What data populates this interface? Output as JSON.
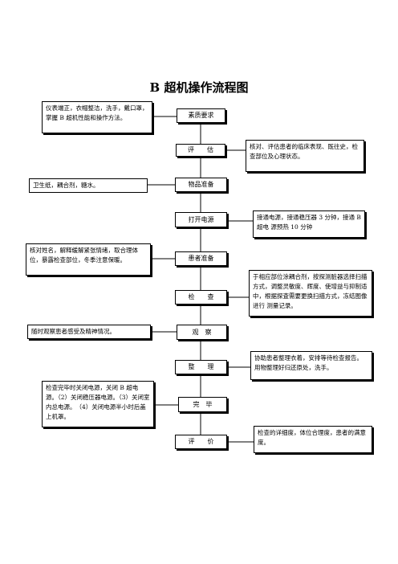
{
  "title": "B 超机操作流程图",
  "steps": [
    "素质要求",
    "评　　估",
    "物品准备",
    "打开电源",
    "患者准备",
    "检　　查",
    "观　察",
    "整　　理",
    "完　毕",
    "评　　价"
  ],
  "notes": {
    "quality": "仪表端正，衣帽整洁，洗手，戴口罩，掌握 B 超机性能和操作方法。",
    "assess": "核对、评估患者的临床表现、既往史，检查部位及心理状态。",
    "items": "卫生纸，耦合剂，糖水。",
    "power": "接通电源，接通稳压器 3 分钟，接通 B 超电 源预热 10 分钟",
    "patient": "核对姓名，解释缓解紧张情绪，取合理体位，暴露检查部位，冬季注意保暖。",
    "exam": "于相应部位涂耦合剂，按探测脏器选择扫描方式，调整灵敏度、辉度、使增益与抑制适中，根据探査需要更换扫描方式，冻结图像进行 测量记录。",
    "observe": "随时观察患者感受及精神情况。",
    "tidy": "协助患者整理衣着，安排等待检查报告。用物整理好归还原处，洗手。",
    "finish": "检查完毕时关闭电源，关闭 B 超电源。（2）关闭稳压器电源。（3）关闭室内总电源。　（4）关闭电源半小时后盖上机罩。",
    "evaluate": "检查的详细度，体位合理度，患者的满意度。"
  }
}
